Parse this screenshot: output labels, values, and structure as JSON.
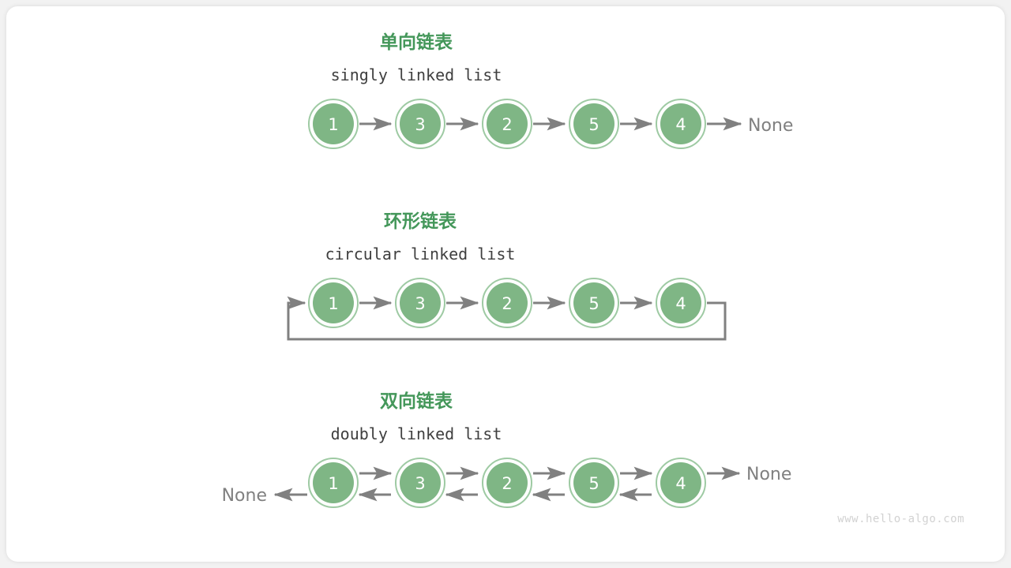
{
  "meta": {
    "background_color": "#f2f2f2",
    "card_color": "#ffffff",
    "node_fill": "#7fb685",
    "node_ring": "#9ecaa3",
    "arrow_color": "#808080",
    "title_color": "#44975a",
    "subtitle_color": "#3f3f3f",
    "none_color": "#808080",
    "watermark_color": "#d2d2d2"
  },
  "watermark": "www.hello-algo.com",
  "sections": [
    {
      "id": "singly",
      "title_cn": "单向链表",
      "title_en": "singly linked list",
      "nodes": [
        "1",
        "3",
        "2",
        "5",
        "4"
      ],
      "tail_terminator": "None",
      "head_terminator": null,
      "loop_back": false,
      "bidirectional": false
    },
    {
      "id": "circular",
      "title_cn": "环形链表",
      "title_en": "circular linked list",
      "nodes": [
        "1",
        "3",
        "2",
        "5",
        "4"
      ],
      "tail_terminator": null,
      "head_terminator": null,
      "loop_back": true,
      "bidirectional": false
    },
    {
      "id": "doubly",
      "title_cn": "双向链表",
      "title_en": "doubly linked list",
      "nodes": [
        "1",
        "3",
        "2",
        "5",
        "4"
      ],
      "tail_terminator": "None",
      "head_terminator": "None",
      "loop_back": false,
      "bidirectional": true
    }
  ]
}
